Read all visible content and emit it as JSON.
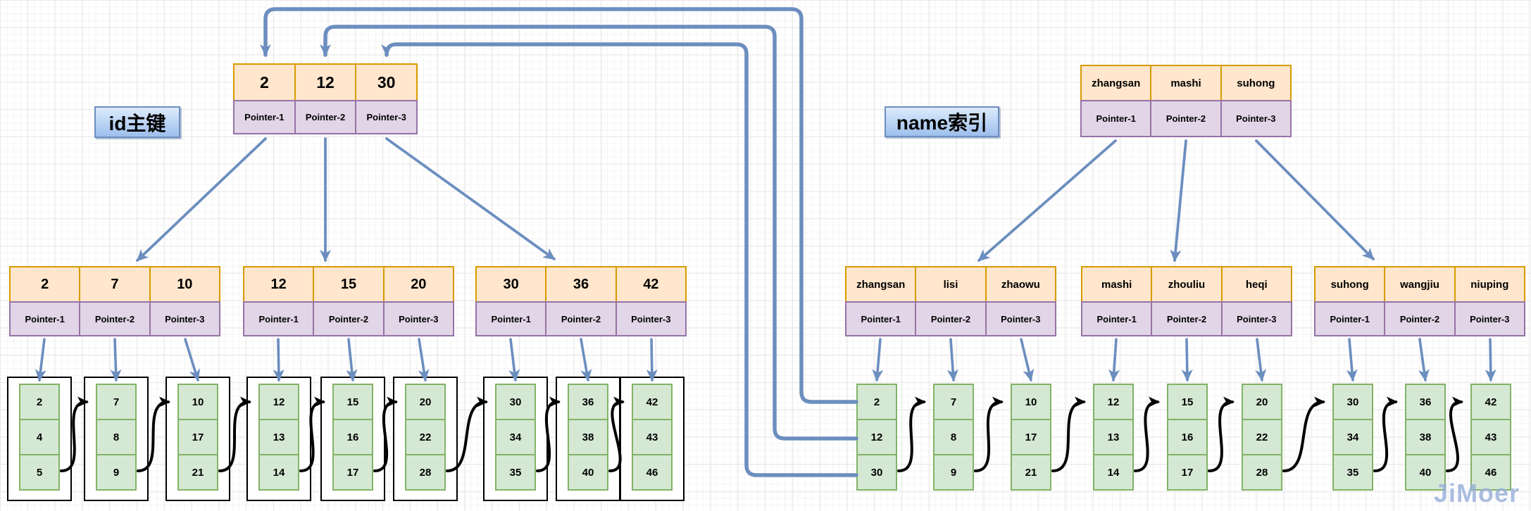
{
  "diagram": {
    "pointer_labels": [
      "Pointer-1",
      "Pointer-2",
      "Pointer-3"
    ],
    "id_tree": {
      "label": "id主键",
      "root_keys": [
        "2",
        "12",
        "30"
      ],
      "internal_nodes": [
        [
          "2",
          "7",
          "10"
        ],
        [
          "12",
          "15",
          "20"
        ],
        [
          "30",
          "36",
          "42"
        ]
      ],
      "leaf_blocks": [
        [
          "2",
          "4",
          "5"
        ],
        [
          "7",
          "8",
          "9"
        ],
        [
          "10",
          "17",
          "21"
        ],
        [
          "12",
          "13",
          "14"
        ],
        [
          "15",
          "16",
          "17"
        ],
        [
          "20",
          "22",
          "28"
        ],
        [
          "30",
          "34",
          "35"
        ],
        [
          "36",
          "38",
          "40"
        ],
        [
          "42",
          "43",
          "46"
        ]
      ]
    },
    "name_tree": {
      "label": "name索引",
      "root_keys": [
        "zhangsan",
        "mashi",
        "suhong"
      ],
      "internal_nodes": [
        [
          "zhangsan",
          "lisi",
          "zhaowu"
        ],
        [
          "mashi",
          "zhouliu",
          "heqi"
        ],
        [
          "suhong",
          "wangjiu",
          "niuping"
        ]
      ],
      "leaf_blocks": [
        [
          "2",
          "12",
          "30"
        ],
        [
          "7",
          "8",
          "9"
        ],
        [
          "10",
          "17",
          "21"
        ],
        [
          "12",
          "13",
          "14"
        ],
        [
          "15",
          "16",
          "17"
        ],
        [
          "20",
          "22",
          "28"
        ],
        [
          "30",
          "34",
          "35"
        ],
        [
          "36",
          "38",
          "40"
        ],
        [
          "42",
          "43",
          "46"
        ]
      ]
    },
    "watermark": "JiMoer",
    "colors": {
      "key_fill": "#FFE6CC",
      "key_border": "#D79B00",
      "pointer_fill": "#E1D5E7",
      "pointer_border": "#9673A6",
      "leaf_fill": "#D5E8D4",
      "leaf_border": "#82B366",
      "arrow_blue": "#6C8EBF",
      "arrow_black": "#000000",
      "label_fill": "#BBD4F0",
      "label_border": "#6D8DBF",
      "watermark_color": "#96ADD8"
    }
  }
}
